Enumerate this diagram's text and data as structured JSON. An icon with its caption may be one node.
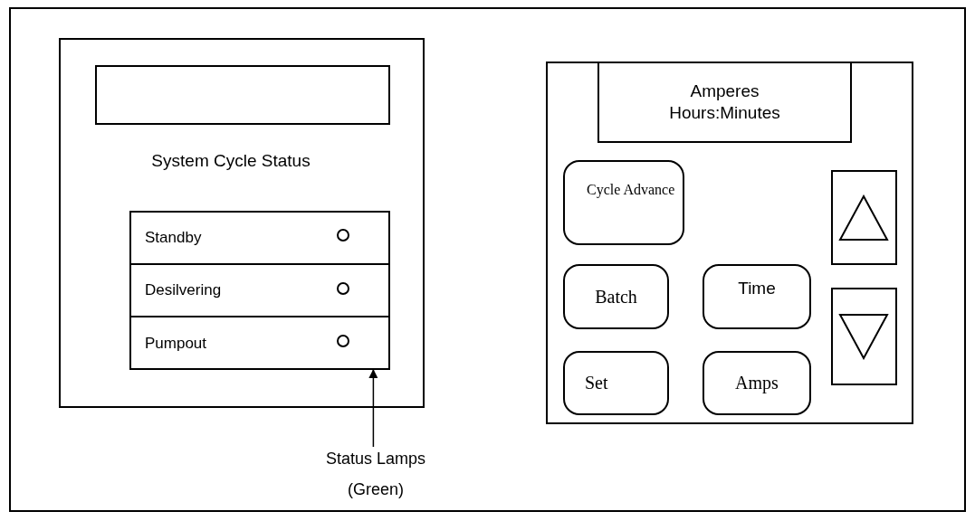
{
  "diagram": {
    "nodes": [
      {
        "text": [],
        "shape": "box"
      },
      {
        "text": [],
        "shape": "box",
        "in": 0
      },
      {
        "text": [],
        "shape": "box",
        "in": 0
      },
      {
        "text": [
          "Standby"
        ],
        "in": 2
      },
      {
        "text": [
          "Desilvering"
        ],
        "in": 2
      },
      {
        "text": [
          "Pumpout"
        ],
        "in": 2
      },
      {
        "text": [],
        "shape": "circle",
        "in": 3
      },
      {
        "text": [],
        "shape": "circle",
        "in": 4
      },
      {
        "text": [],
        "shape": "circle",
        "in": 5
      },
      {
        "text": [
          "Status Lamps (Green)"
        ]
      },
      {
        "text": [],
        "shape": "box"
      },
      {
        "text": [
          "Amperes",
          "Hours:Minutes"
        ],
        "in": 10
      },
      {
        "text": [
          "Cycle Advance"
        ],
        "in": 10
      },
      {
        "text": [],
        "shape": "box",
        "in": 10
      },
      {
        "text": [
          "Batch"
        ],
        "in": 10
      },
      {
        "text": [
          "Time"
        ],
        "in": 10
      },
      {
        "text": [],
        "shape": "box",
        "in": 10
      },
      {
        "text": [
          "Set"
        ],
        "in": 10
      },
      {
        "text": [
          "Amps"
        ],
        "in": 10
      }
    ],
    "edges": [
      {
        "from": 9,
        "to": 5,
        "arrow": "to"
      }
    ],
    "labels": [
      "System Cycle Status"
    ]
  }
}
